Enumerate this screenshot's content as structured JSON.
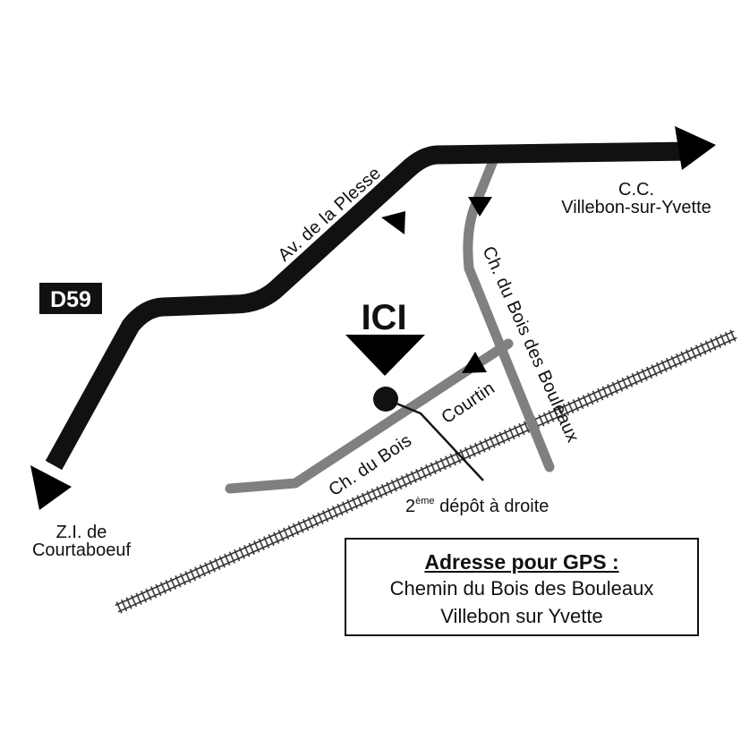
{
  "map": {
    "colors": {
      "main_road": "#111111",
      "minor_road": "#808080",
      "railway": "#333333",
      "background": "#ffffff"
    },
    "roads": {
      "main_label": "Av. de la Plesse",
      "route_badge": "D59",
      "side_road_label": "Ch. du Bois des Bouleaux",
      "side_street_label_part1": "Ch. du Bois",
      "side_street_label_part2": "Courtin"
    },
    "destinations": {
      "right_line1": "C.C.",
      "right_line2": "Villebon-sur-Yvette",
      "left_line1": "Z.I. de",
      "left_line2": "Courtaboeuf"
    },
    "marker": {
      "label": "ICI",
      "note_superscript_prefix": "2",
      "note_superscript": "ème",
      "note_text": " dépôt à droite"
    }
  },
  "gps_box": {
    "title": "Adresse pour GPS :",
    "line1": "Chemin du Bois des Bouleaux",
    "line2": "Villebon sur Yvette"
  }
}
